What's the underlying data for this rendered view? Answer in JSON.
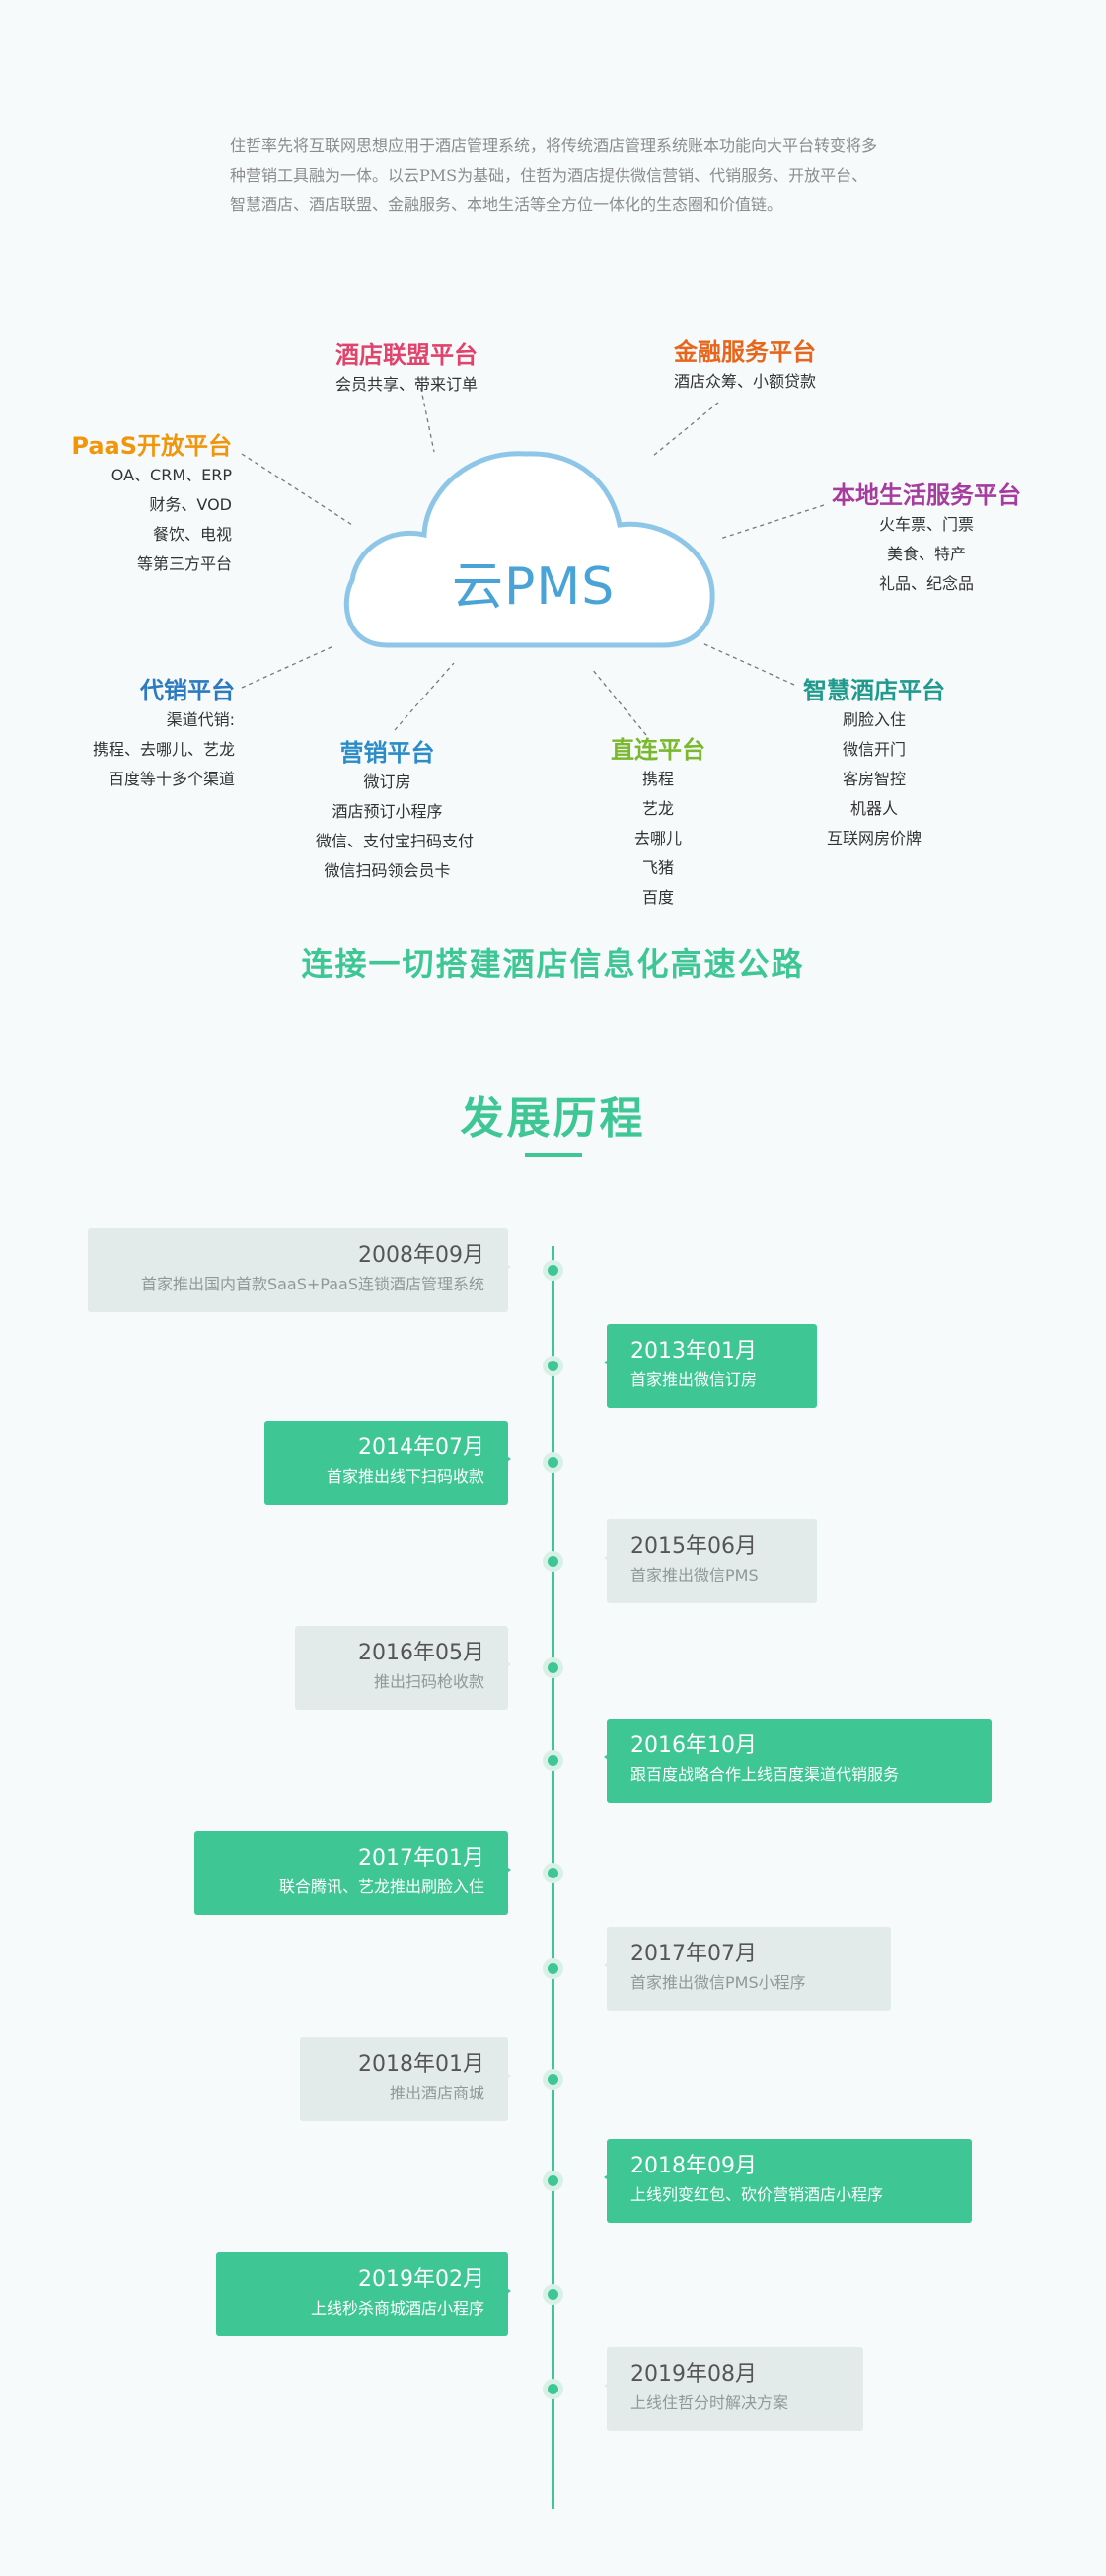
{
  "intro": "住哲率先将互联网思想应用于酒店管理系统，将传统酒店管理系统账本功能向大平台转变将多种营销工具融为一体。以云PMS为基础，住哲为酒店提供微信营销、代销服务、开放平台、智慧酒店、酒店联盟、金融服务、本地生活等全方位一体化的生态圈和价值链。",
  "cloud": {
    "label": "云PMS",
    "color": "#4aa3d6"
  },
  "platforms": {
    "alliance": {
      "title": "酒店联盟平台",
      "color": "#e0436b",
      "lines": [
        "会员共享、带来订单"
      ]
    },
    "finance": {
      "title": "金融服务平台",
      "color": "#e8661c",
      "lines": [
        "酒店众筹、小额贷款"
      ]
    },
    "paas": {
      "title": "PaaS开放平台",
      "color": "#f0960c",
      "lines": [
        "OA、CRM、ERP",
        "财务、VOD",
        "餐饮、电视",
        "等第三方平台"
      ]
    },
    "local": {
      "title": "本地生活服务平台",
      "color": "#a63c9e",
      "lines": [
        "火车票、门票",
        "美食、特产",
        "礼品、纪念品"
      ]
    },
    "agency": {
      "title": "代销平台",
      "color": "#2c7ac0",
      "lines": [
        "渠道代销:",
        "携程、去哪儿、艺龙",
        "百度等十多个渠道"
      ]
    },
    "marketing": {
      "title": "营销平台",
      "color": "#2c8cc8",
      "lines": [
        "微订房",
        "酒店预订小程序",
        "微信、支付宝扫码支付",
        "微信扫码领会员卡"
      ]
    },
    "direct": {
      "title": "直连平台",
      "color": "#7ab82e",
      "lines": [
        "携程",
        "艺龙",
        "去哪儿",
        "飞猪",
        "百度"
      ]
    },
    "smart": {
      "title": "智慧酒店平台",
      "color": "#1f9a8c",
      "lines": [
        "刷脸入住",
        "微信开门",
        "客房智控",
        "机器人",
        "互联网房价牌"
      ]
    }
  },
  "slogan": "连接一切搭建酒店信息化高速公路",
  "history_title": "发展历程",
  "timeline": [
    {
      "date": "2008年09月",
      "event": "首家推出国内首款SaaS+PaaS连锁酒店管理系统",
      "side": "left",
      "style": "gray"
    },
    {
      "date": "2013年01月",
      "event": "首家推出微信订房",
      "side": "right",
      "style": "green"
    },
    {
      "date": "2014年07月",
      "event": "首家推出线下扫码收款",
      "side": "left",
      "style": "green"
    },
    {
      "date": "2015年06月",
      "event": "首家推出微信PMS",
      "side": "right",
      "style": "gray"
    },
    {
      "date": "2016年05月",
      "event": "推出扫码枪收款",
      "side": "left",
      "style": "gray"
    },
    {
      "date": "2016年10月",
      "event": "跟百度战略合作上线百度渠道代销服务",
      "side": "right",
      "style": "green"
    },
    {
      "date": "2017年01月",
      "event": "联合腾讯、艺龙推出刷脸入住",
      "side": "left",
      "style": "green"
    },
    {
      "date": "2017年07月",
      "event": "首家推出微信PMS小程序",
      "side": "right",
      "style": "gray"
    },
    {
      "date": "2018年01月",
      "event": "推出酒店商城",
      "side": "left",
      "style": "gray"
    },
    {
      "date": "2018年09月",
      "event": "上线列变红包、砍价营销酒店小程序",
      "side": "right",
      "style": "green"
    },
    {
      "date": "2019年02月",
      "event": "上线秒杀商城酒店小程序",
      "side": "left",
      "style": "green"
    },
    {
      "date": "2019年08月",
      "event": "上线住哲分时解决方案",
      "side": "right",
      "style": "gray"
    }
  ]
}
